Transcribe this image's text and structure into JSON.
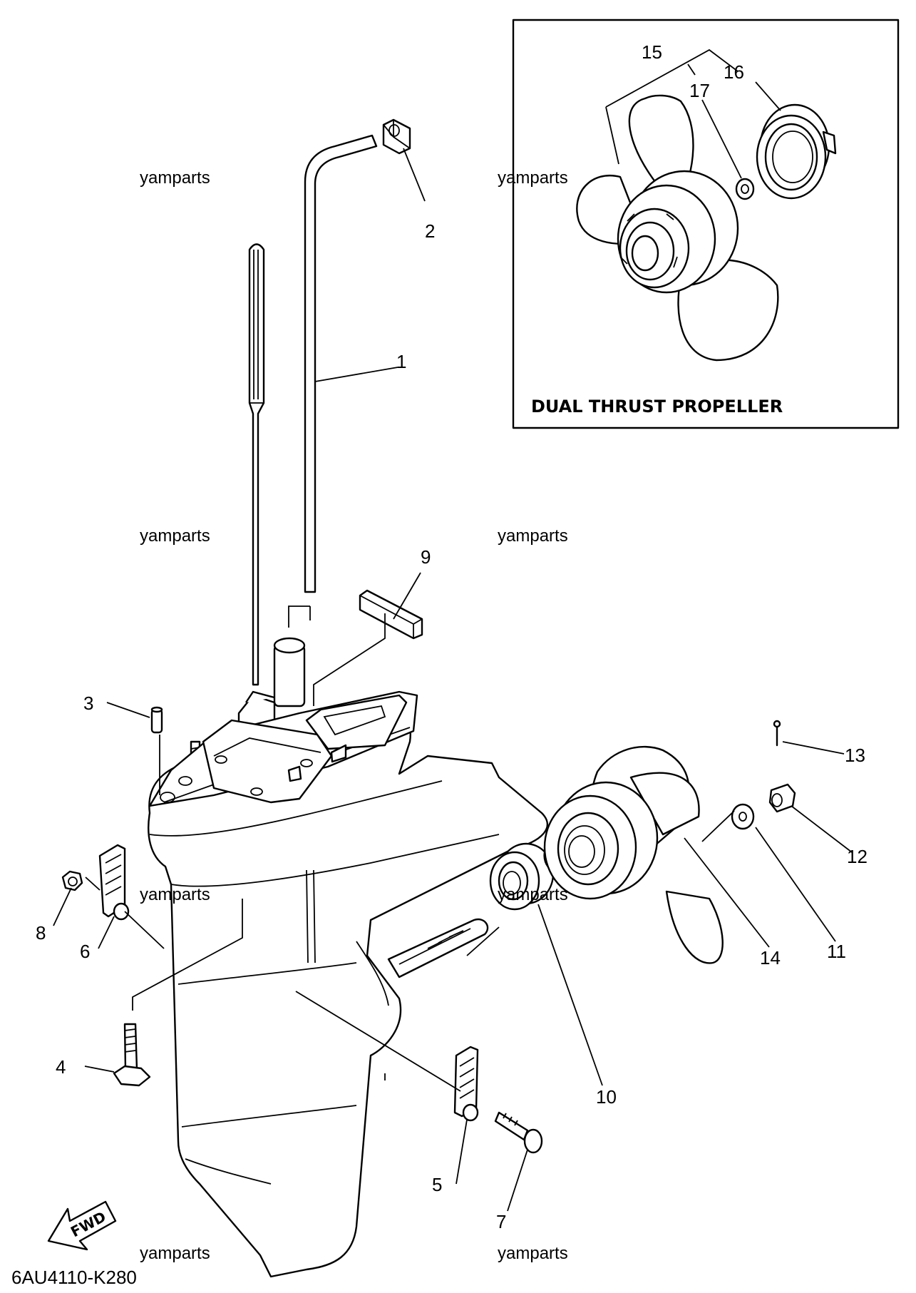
{
  "drawing_code": "6AU4110-K280",
  "inset_title": "DUAL THRUST PROPELLER",
  "direction_label": "FWD",
  "watermark": "yamparts",
  "callouts": [
    "1",
    "2",
    "3",
    "4",
    "5",
    "6",
    "7",
    "8",
    "9",
    "10",
    "11",
    "12",
    "13",
    "14",
    "15",
    "16",
    "17"
  ]
}
